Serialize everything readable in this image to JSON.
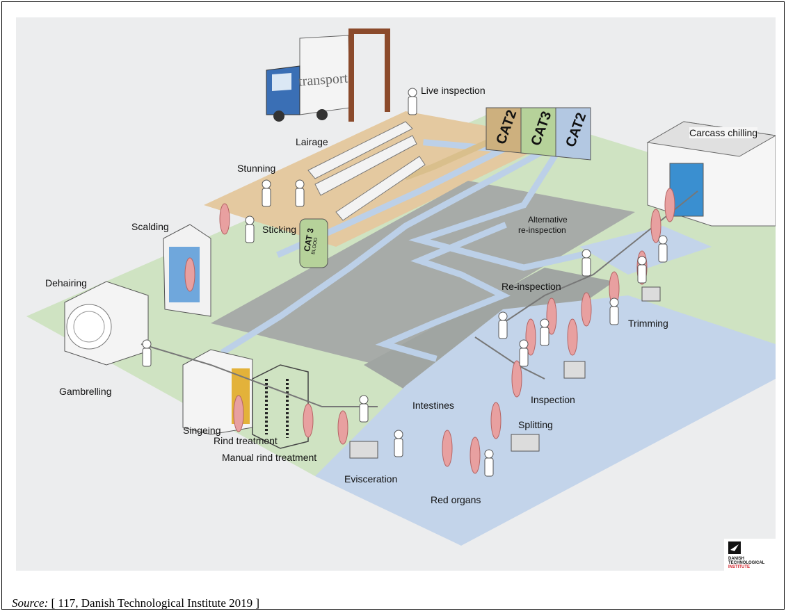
{
  "source": {
    "prefix": "Source:",
    "text": " [ 117, Danish Technological Institute 2019 ]"
  },
  "truck_text": "transport",
  "cat_boxes": {
    "cat2_left": "CAT2",
    "cat3": "CAT3",
    "cat2_right": "CAT2",
    "tank_cat": "CAT 3",
    "tank_sub": "BLOOD"
  },
  "labels": {
    "live_inspection": "Live inspection",
    "lairage": "Lairage",
    "stunning": "Stunning",
    "scalding": "Scalding",
    "sticking": "Sticking",
    "dehairing": "Dehairing",
    "gambrelling": "Gambrelling",
    "singeing": "Singeing",
    "rind_treatment": "Rind treatment",
    "manual_rind_treatment": "Manual rind treatment",
    "evisceration": "Evisceration",
    "intestines": "Intestines",
    "red_organs": "Red organs",
    "splitting": "Splitting",
    "inspection": "Inspection",
    "trimming": "Trimming",
    "re_inspection": "Re-inspection",
    "alternative_line1": "Alternative",
    "alternative_line2": "re-inspection",
    "carcass_chilling": "Carcass chilling"
  },
  "logo": {
    "line1": "DANISH",
    "line2": "TECHNOLOGICAL",
    "line3": "INSTITUTE"
  },
  "colors": {
    "lairage_zone": "#e4c9a0",
    "clean_zone": "#c3d4ea",
    "green_zone": "#cfe3c2",
    "floor": "#a7aba8",
    "pipe": "#bcd0e8",
    "carcass": "#e8a0a0",
    "cat2_tan": "#cdb07e",
    "cat3_green": "#b6d29a",
    "cat2_blue": "#b3c8e2"
  }
}
